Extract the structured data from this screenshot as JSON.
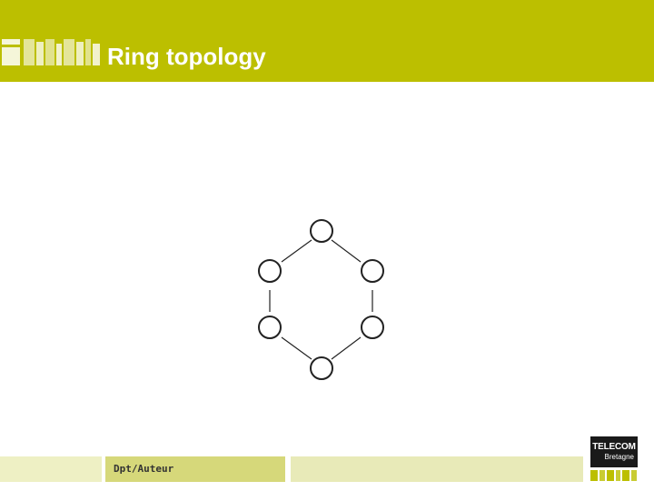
{
  "slide": {
    "title": "Ring topology",
    "author_label": "Dpt/Auteur"
  },
  "logos": {
    "header_logo": "institut-mines-telecom-logo",
    "footer_logo_line1": "TELECOM",
    "footer_logo_line2": "Bretagne"
  },
  "colors": {
    "accent": "#bcbf00",
    "footer_author_bar": "#d6d87a",
    "footer_right_bar": "#e8eab8"
  },
  "diagram": {
    "type": "ring-topology",
    "node_count": 6
  }
}
